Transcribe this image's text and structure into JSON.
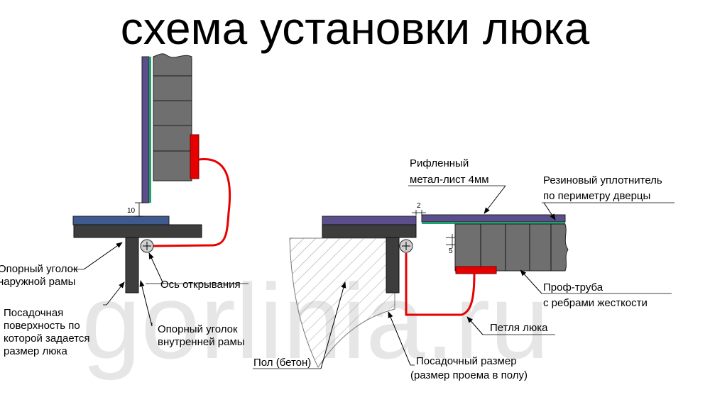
{
  "title": "схема установки люка",
  "watermark": "gorlinia.ru",
  "dimensions": {
    "gap_left": "10",
    "gap_top": "2",
    "gap_side": "5"
  },
  "labels": {
    "outer_angle_1": "Опорный уголок",
    "outer_angle_2": "наружной рамы",
    "axis": "Ось открывания",
    "seat_surface_1": "Посадочная",
    "seat_surface_2": "поверхность по",
    "seat_surface_3": "которой задается",
    "seat_surface_4": "размер люка",
    "inner_angle_1": "Опорный уголок",
    "inner_angle_2": "внутренней рамы",
    "floor": "Пол (бетон)",
    "sheet_1": "Рифленный",
    "sheet_2": "метал-лист 4мм",
    "seal_1": "Резиновый уплотнитель",
    "seal_2": "по периметру дверцы",
    "tube_1": "Проф-труба",
    "tube_2": "с ребрами жесткости",
    "hinge_loop": "Петля люка",
    "seat_size_1": "Посадочный размер",
    "seat_size_2": "(размер проема в полу)"
  },
  "colors": {
    "sheet": "#5a4f8c",
    "seal": "#1fa36b",
    "tube": "#6f6f6f",
    "frame": "#3d3d3d",
    "hinge": "#e60000",
    "floor_hatch": "#9a9a9a",
    "outer_plate": "#3e5a8f"
  }
}
